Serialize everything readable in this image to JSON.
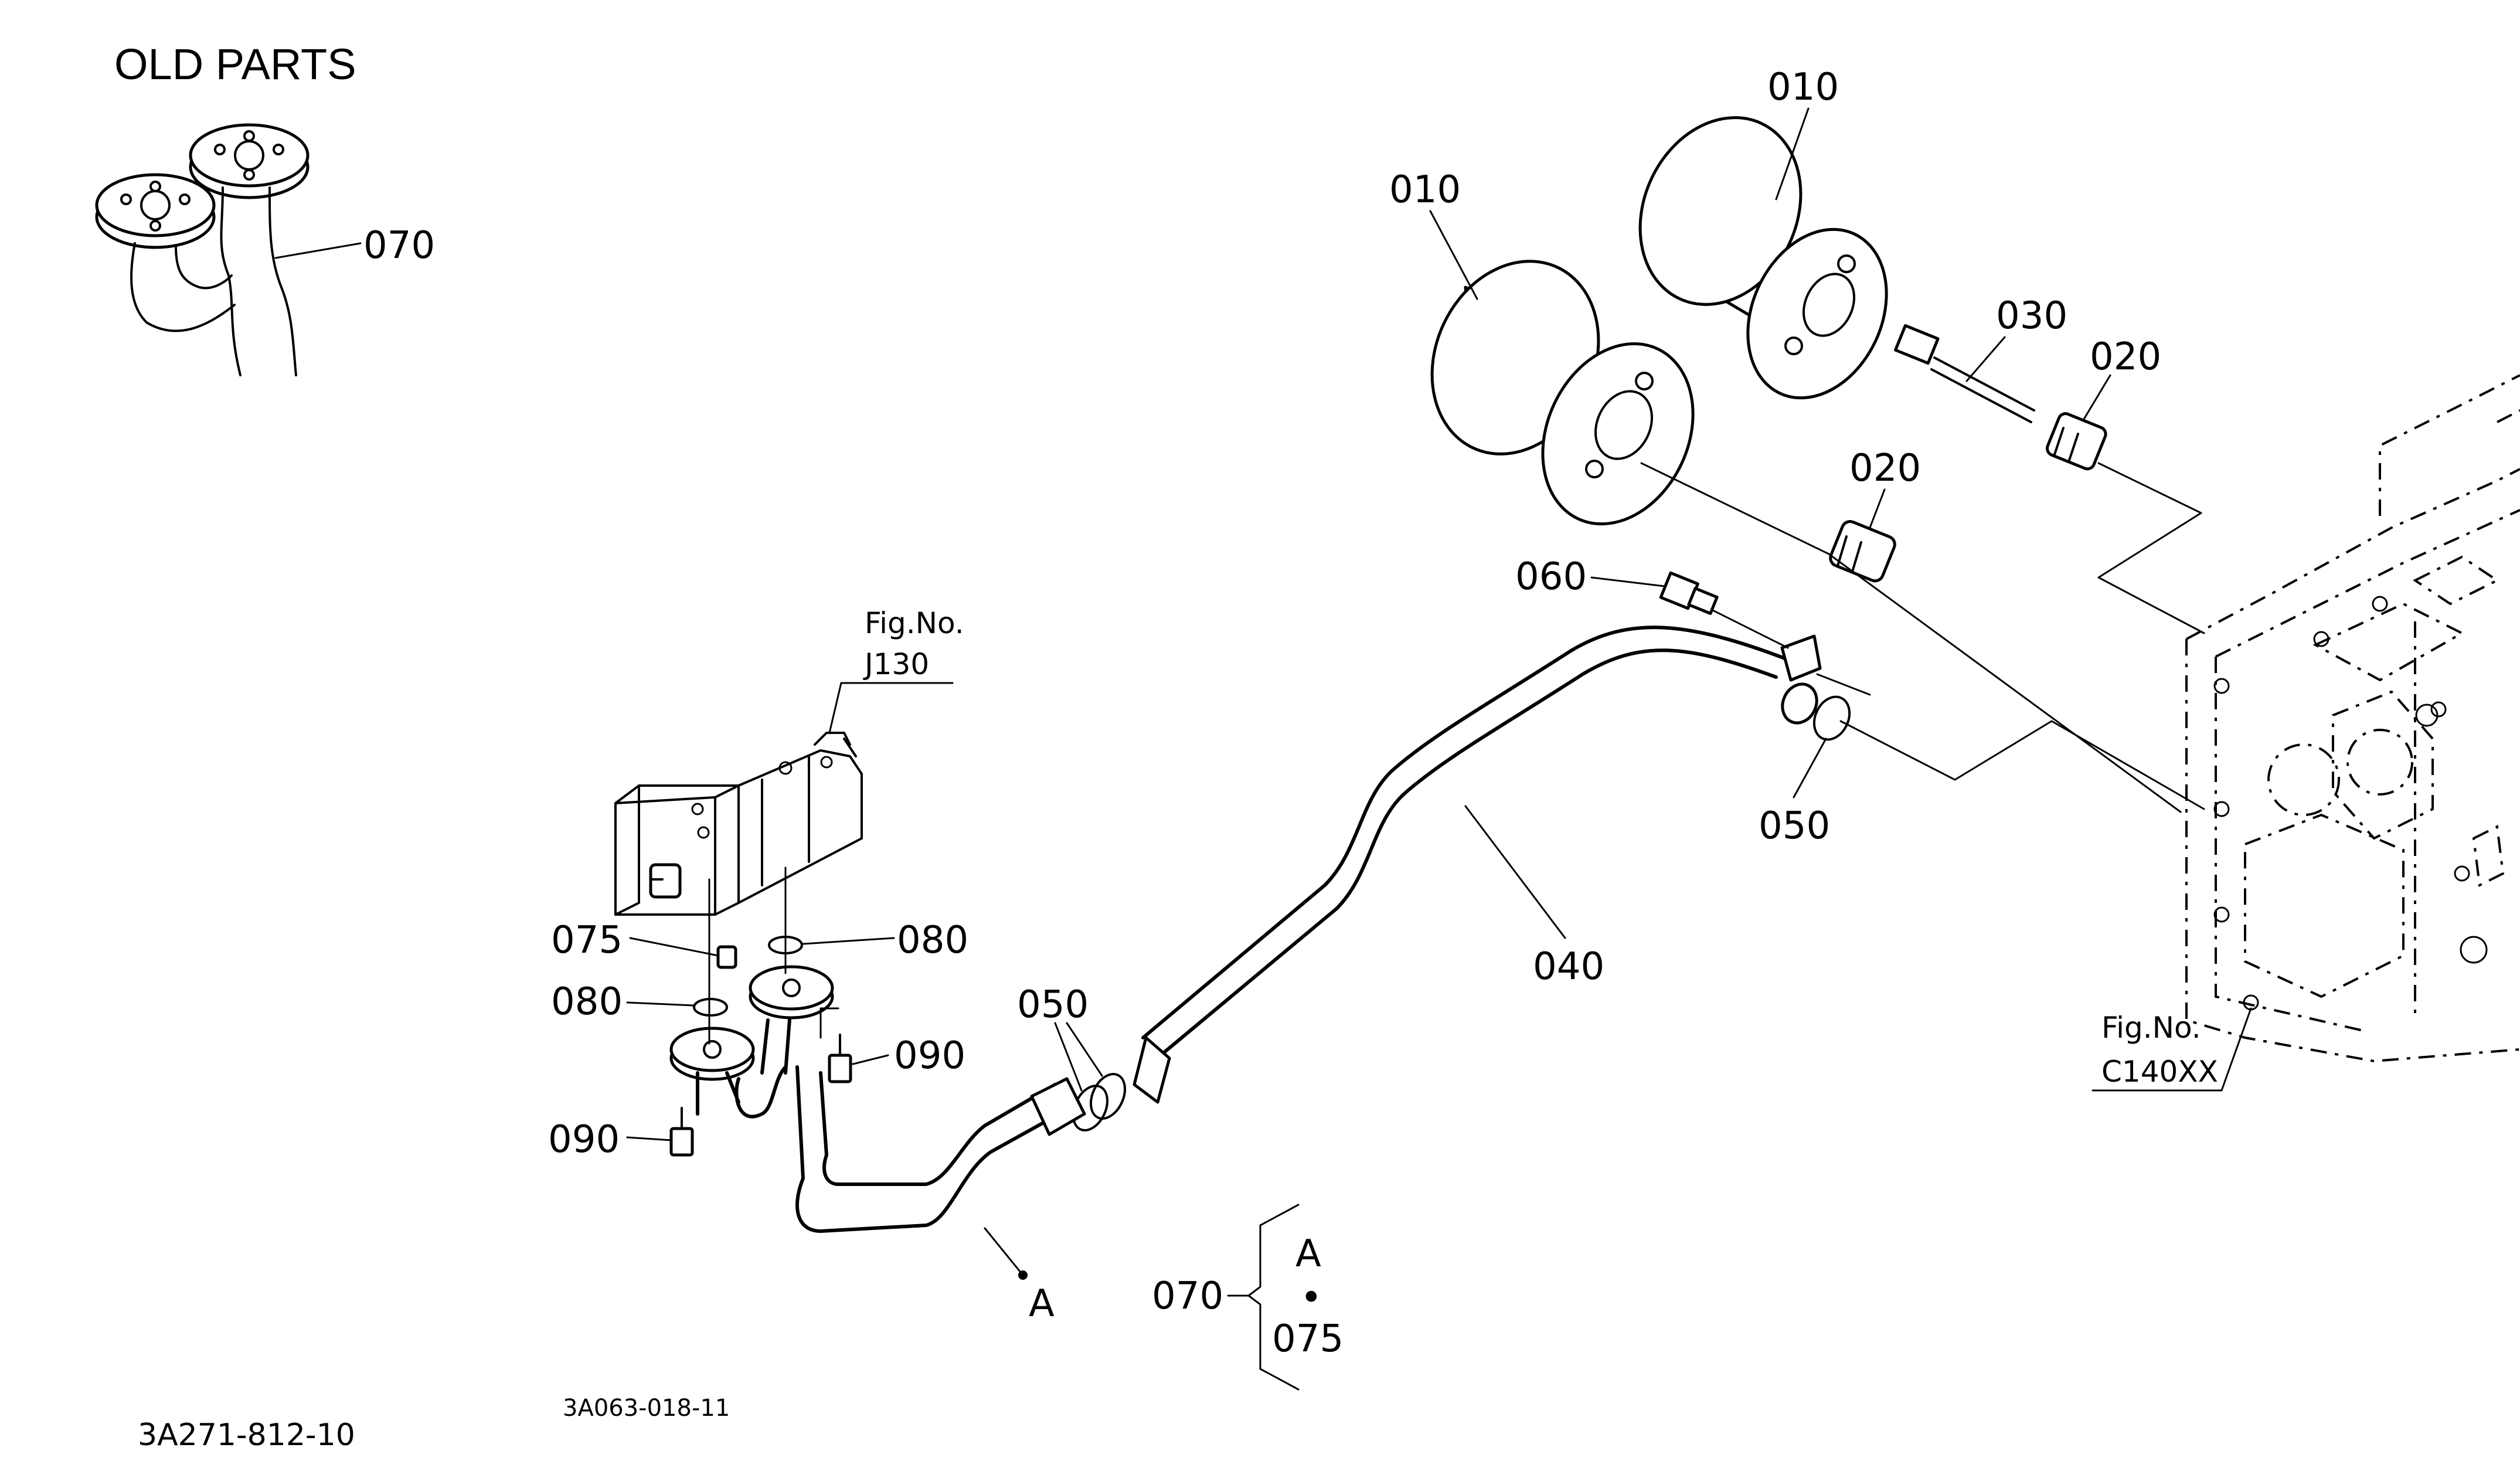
{
  "title": "OLD PARTS",
  "part_labels": {
    "p010_a": "010",
    "p010_b": "010",
    "p020_a": "020",
    "p020_b": "020",
    "p030": "030",
    "p040": "040",
    "p050_a": "050",
    "p050_b": "050",
    "p060": "060",
    "p070_old": "070",
    "p070_note": "070",
    "p075_a": "075",
    "p075_note": "075",
    "p080_a": "080",
    "p080_b": "080",
    "p090_a": "090",
    "p090_b": "090"
  },
  "point_label": "A",
  "note_point_label": "A",
  "note_dot": "•",
  "fig_ref_pump": {
    "line1": "Fig.No.",
    "line2": "J130"
  },
  "fig_ref_case": {
    "line1": "Fig.No.",
    "line2": "C140XX"
  },
  "part_number": "3A271-812-10",
  "drawing_code": "3A063-018-11"
}
